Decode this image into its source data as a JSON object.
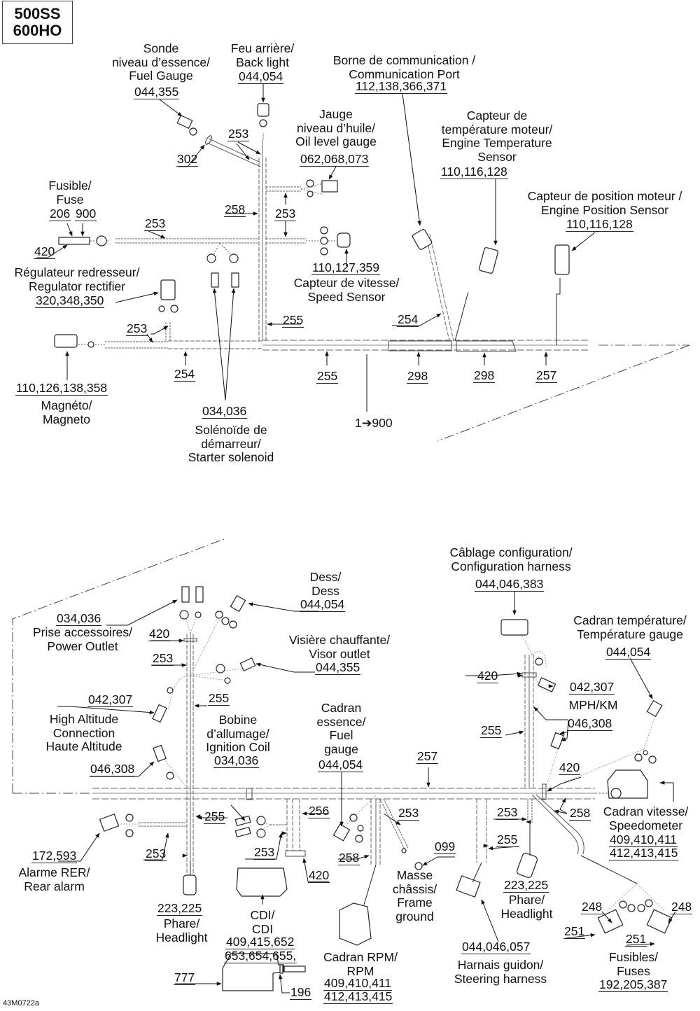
{
  "title": {
    "models": [
      "500SS",
      "600HO"
    ]
  },
  "figure_ref": "43M0722a",
  "callout_note": "1➔900",
  "top_section": {
    "components": [
      {
        "id": "fuel-gauge-sensor",
        "lines": [
          "Sonde",
          "niveau d’essence/",
          "Fuel Gauge"
        ],
        "parts": "044,355"
      },
      {
        "id": "back-light",
        "lines": [
          "Feu arrière/",
          "Back light"
        ],
        "parts": "044,054"
      },
      {
        "id": "communication-port",
        "lines": [
          "Borne de communication /",
          "Communication Port"
        ],
        "parts": "112,138,366,371"
      },
      {
        "id": "oil-level-gauge",
        "lines": [
          "Jauge",
          "niveau d’huile/",
          "Oil level gauge"
        ],
        "parts": "062,068,073"
      },
      {
        "id": "engine-temp-sensor",
        "lines": [
          "Capteur de",
          "température moteur/",
          "Engine Temperature",
          "Sensor"
        ],
        "parts": "110,116,128"
      },
      {
        "id": "engine-position-sensor",
        "lines": [
          "Capteur de position moteur /",
          "Engine Position Sensor"
        ],
        "parts": "110,116,128"
      },
      {
        "id": "fuse",
        "lines": [
          "Fusible/",
          "Fuse"
        ],
        "parts": "206",
        "parts2": "900"
      },
      {
        "id": "regulator-rectifier",
        "lines": [
          "Régulateur redresseur/",
          "Regulator rectifier"
        ],
        "parts": "320,348,350"
      },
      {
        "id": "speed-sensor",
        "lines": [
          "Capteur de vitesse/",
          "Speed Sensor"
        ],
        "parts": "110,127,359"
      },
      {
        "id": "magneto",
        "lines": [
          "Magnéto/",
          "Magneto"
        ],
        "parts": "110,126,138,358"
      },
      {
        "id": "starter-solenoid",
        "lines": [
          "Solénoïde de",
          "démarreur/",
          "Starter solenoid"
        ],
        "parts": "034,036"
      }
    ],
    "refs": [
      "302",
      "253",
      "253",
      "258",
      "253",
      "253",
      "420",
      "255",
      "254",
      "253",
      "254",
      "255",
      "298",
      "298",
      "257"
    ]
  },
  "bottom_section": {
    "components": [
      {
        "id": "configuration-harness",
        "lines": [
          "Câblage configuration/",
          "Configuration harness"
        ],
        "parts": "044,046,383"
      },
      {
        "id": "dess",
        "lines": [
          "Dess/",
          "Dess"
        ],
        "parts": "044,054"
      },
      {
        "id": "power-outlet",
        "lines": [
          "Prise accessoires/",
          "Power Outlet"
        ],
        "parts": "034,036"
      },
      {
        "id": "temperature-gauge",
        "lines": [
          "Cadran température/",
          "Température gauge"
        ],
        "parts": "044,054"
      },
      {
        "id": "visor-outlet",
        "lines": [
          "Visière chauffante/",
          "Visor outlet"
        ],
        "parts": "044,355"
      },
      {
        "id": "mph-km",
        "lines": [
          "MPH/KM"
        ],
        "parts": "042,307",
        "parts2": "046,308"
      },
      {
        "id": "high-altitude",
        "lines": [
          "High Altitude",
          "Connection",
          "Haute Altitude"
        ],
        "parts": "042,307",
        "parts2": "046,308"
      },
      {
        "id": "ignition-coil",
        "lines": [
          "Bobine",
          "d’allumage/",
          "Ignition Coil"
        ],
        "parts": "034,036"
      },
      {
        "id": "fuel-gauge-dial",
        "lines": [
          "Cadran",
          "essence/",
          "Fuel",
          "gauge"
        ],
        "parts": "044,054"
      },
      {
        "id": "speedometer",
        "lines": [
          "Cadran vitesse/",
          "Speedometer"
        ],
        "parts": "409,410,411",
        "parts2": "412,413,415"
      },
      {
        "id": "rear-alarm",
        "lines": [
          "Alarme RER/",
          "Rear alarm"
        ],
        "parts": "172,593"
      },
      {
        "id": "headlight-left",
        "lines": [
          "Phare/",
          "Headlight"
        ],
        "parts": "223,225"
      },
      {
        "id": "cdi",
        "lines": [
          "CDI/",
          "CDI"
        ],
        "parts": "409,415,652",
        "parts2": "653,654,655,"
      },
      {
        "id": "frame-ground",
        "lines": [
          "Masse",
          "châssis/",
          "Frame",
          "ground"
        ],
        "parts": "099"
      },
      {
        "id": "rpm-gauge",
        "lines": [
          "Cadran RPM/",
          "RPM"
        ],
        "parts": "409,410,411",
        "parts2": "412,413,415"
      },
      {
        "id": "headlight-right",
        "lines": [
          "Phare/",
          "Headlight"
        ],
        "parts": "223,225"
      },
      {
        "id": "steering-harness",
        "lines": [
          "Harnais guidon/",
          "Steering harness"
        ],
        "parts": "044,046,057"
      },
      {
        "id": "fuses",
        "lines": [
          "Fusibles/",
          "Fuses"
        ],
        "parts": "192,205,387"
      }
    ],
    "refs": [
      "420",
      "253",
      "255",
      "420",
      "255",
      "257",
      "420",
      "255",
      "256",
      "253",
      "253",
      "258",
      "420",
      "253",
      "258",
      "253",
      "255",
      "248",
      "248",
      "251",
      "251",
      "777",
      "196"
    ]
  }
}
